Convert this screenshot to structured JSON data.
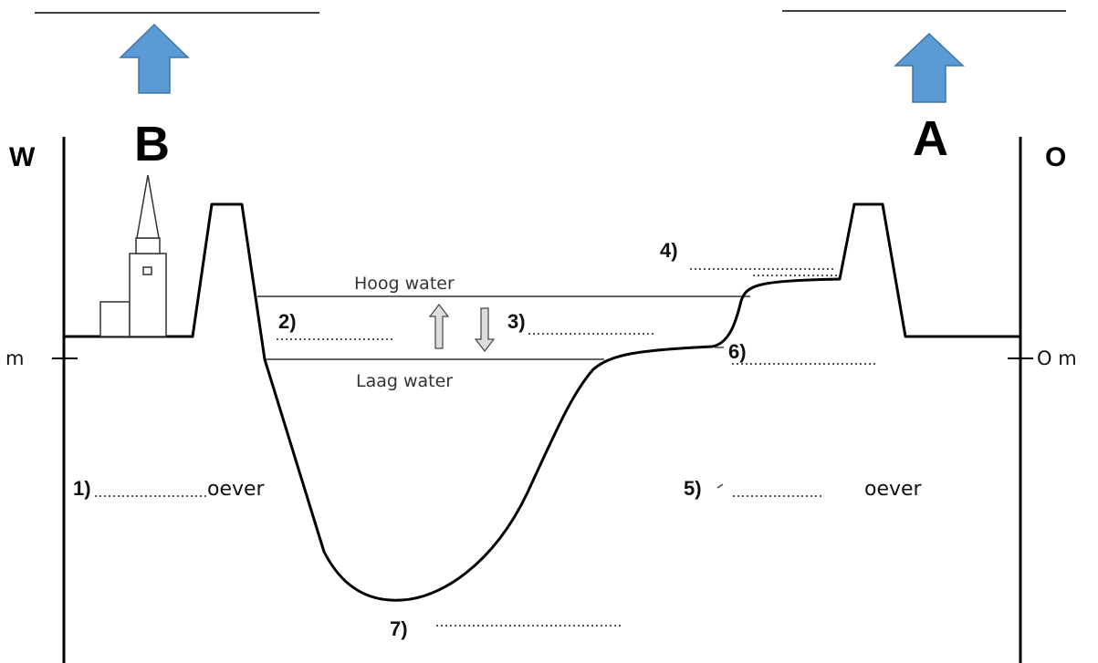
{
  "colors": {
    "arrow_fill": "#5b9bd5",
    "arrow_stroke": "#3f75a8",
    "line": "#000000",
    "small_arrow_fill": "#dddddd"
  },
  "icons": {
    "arrow_up": "blue-up-arrow-icon",
    "church": "church-icon"
  },
  "compass": {
    "west": "W",
    "east": "O"
  },
  "regions": {
    "left": "B",
    "right": "A"
  },
  "water": {
    "high": "Hoog water",
    "low": "Laag water"
  },
  "scale": {
    "left": "m",
    "right": "O m"
  },
  "labels": {
    "n1": "1)",
    "n2": "2)",
    "n3": "3)",
    "n4": "4)",
    "n5": "5)",
    "n6": "6)",
    "n7": "7)",
    "oever_left": "oever",
    "oever_right": "oever"
  }
}
